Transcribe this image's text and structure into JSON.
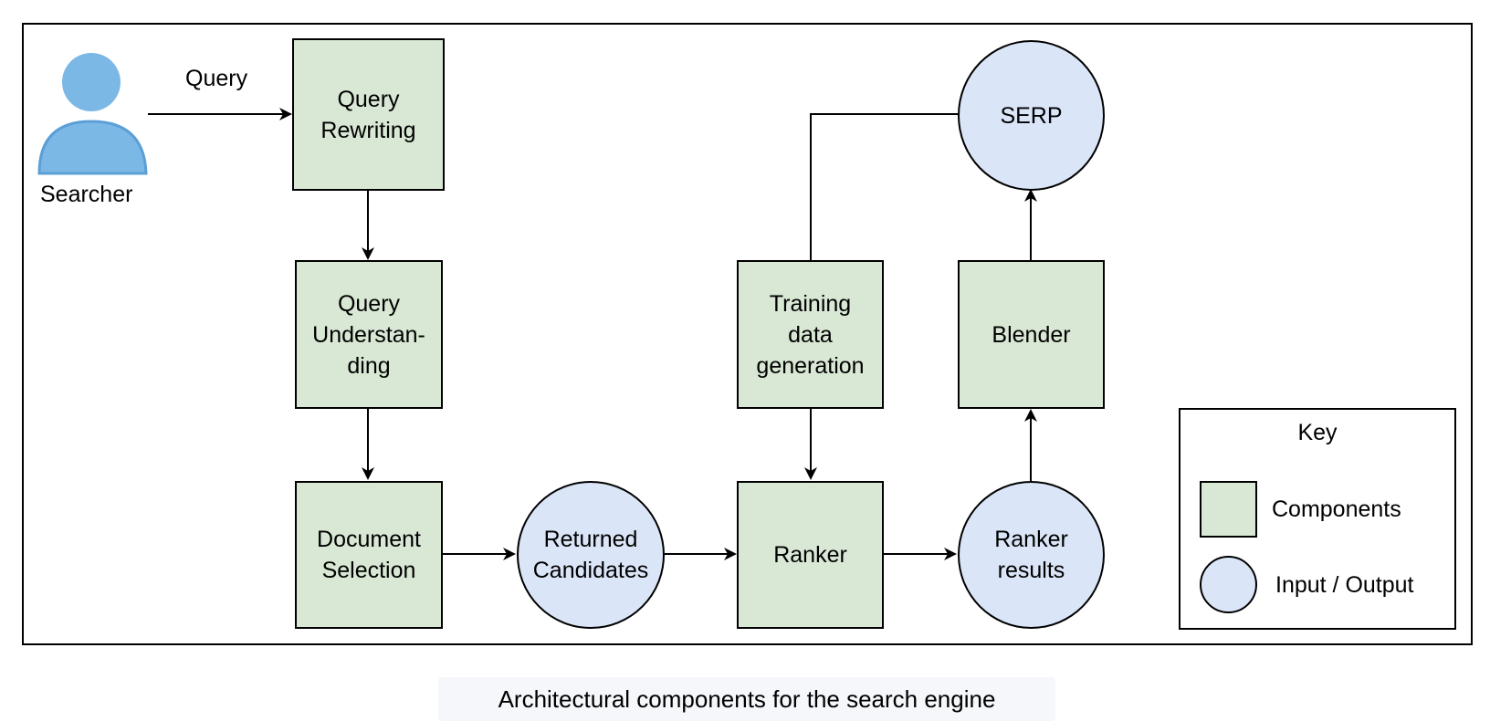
{
  "colors": {
    "component": "#d9e8d5",
    "io": "#dae5f7",
    "person": "#7cb8e6",
    "person_shadow": "#5c9fd6"
  },
  "icons": {
    "searcher": "person-icon"
  },
  "actor": {
    "label": "Searcher"
  },
  "edges": {
    "query_label": "Query"
  },
  "nodes": {
    "query_rewriting": "Query\nRewriting",
    "query_understanding": "Query\nUnderstan-\nding",
    "document_selection": "Document\nSelection",
    "returned_candidates": "Returned\nCandidates",
    "ranker": "Ranker",
    "ranker_results": "Ranker\nresults",
    "training_data_generation": "Training\ndata\ngeneration",
    "blender": "Blender",
    "serp": "SERP"
  },
  "legend": {
    "title": "Key",
    "components": "Components",
    "io": "Input / Output"
  },
  "caption": "Architectural components for the search engine"
}
